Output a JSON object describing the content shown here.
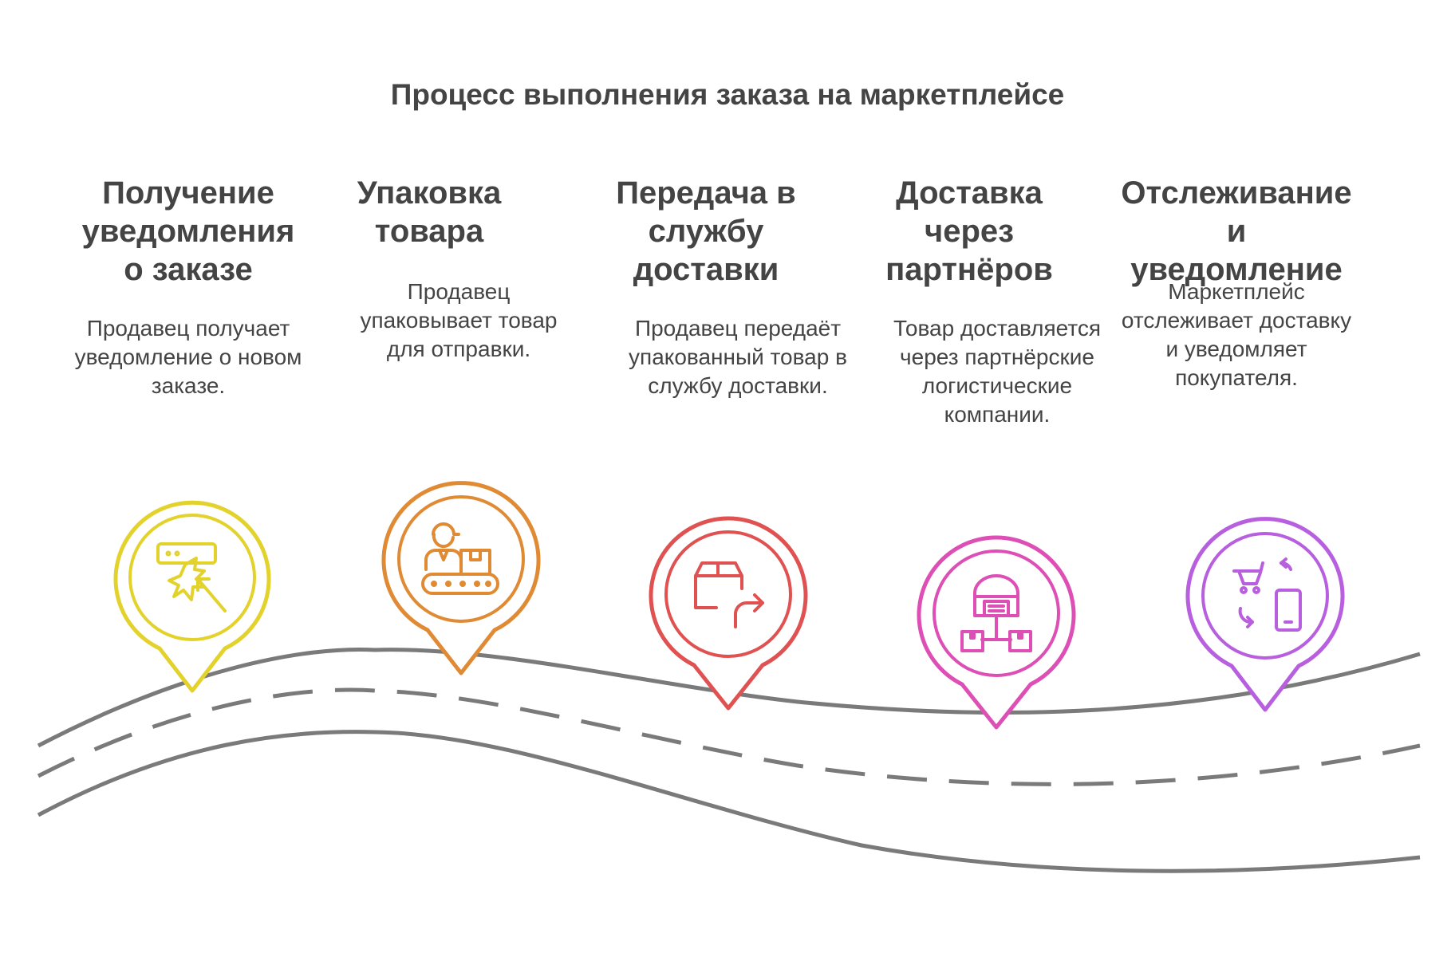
{
  "title": "Процесс выполнения заказа на маркетплейсе",
  "colors": {
    "road": "#7a7a7a",
    "step1": "#e3d22c",
    "step2": "#e08a34",
    "step3": "#e05252",
    "step4": "#dd4fb5",
    "step5": "#b85fe0"
  },
  "steps": [
    {
      "title": "Получение уведомления о заказе",
      "description": "Продавец получает уведомление о новом заказе.",
      "icon": "notification-click-icon"
    },
    {
      "title": "Упаковка товара",
      "description": "Продавец упаковывает товар для отправки.",
      "icon": "packing-worker-conveyor-icon"
    },
    {
      "title": "Передача в службу доставки",
      "description": "Продавец передаёт упакованный товар в службу доставки.",
      "icon": "box-forward-icon"
    },
    {
      "title": "Доставка через партнёров",
      "description": "Товар доставляется через партнёрские логистические компании.",
      "icon": "warehouse-distribution-icon"
    },
    {
      "title": "Отслеживание и уведомление",
      "description": "Маркетплейс отслеживает доставку и уведомляет покупателя.",
      "icon": "cart-phone-sync-icon"
    }
  ]
}
